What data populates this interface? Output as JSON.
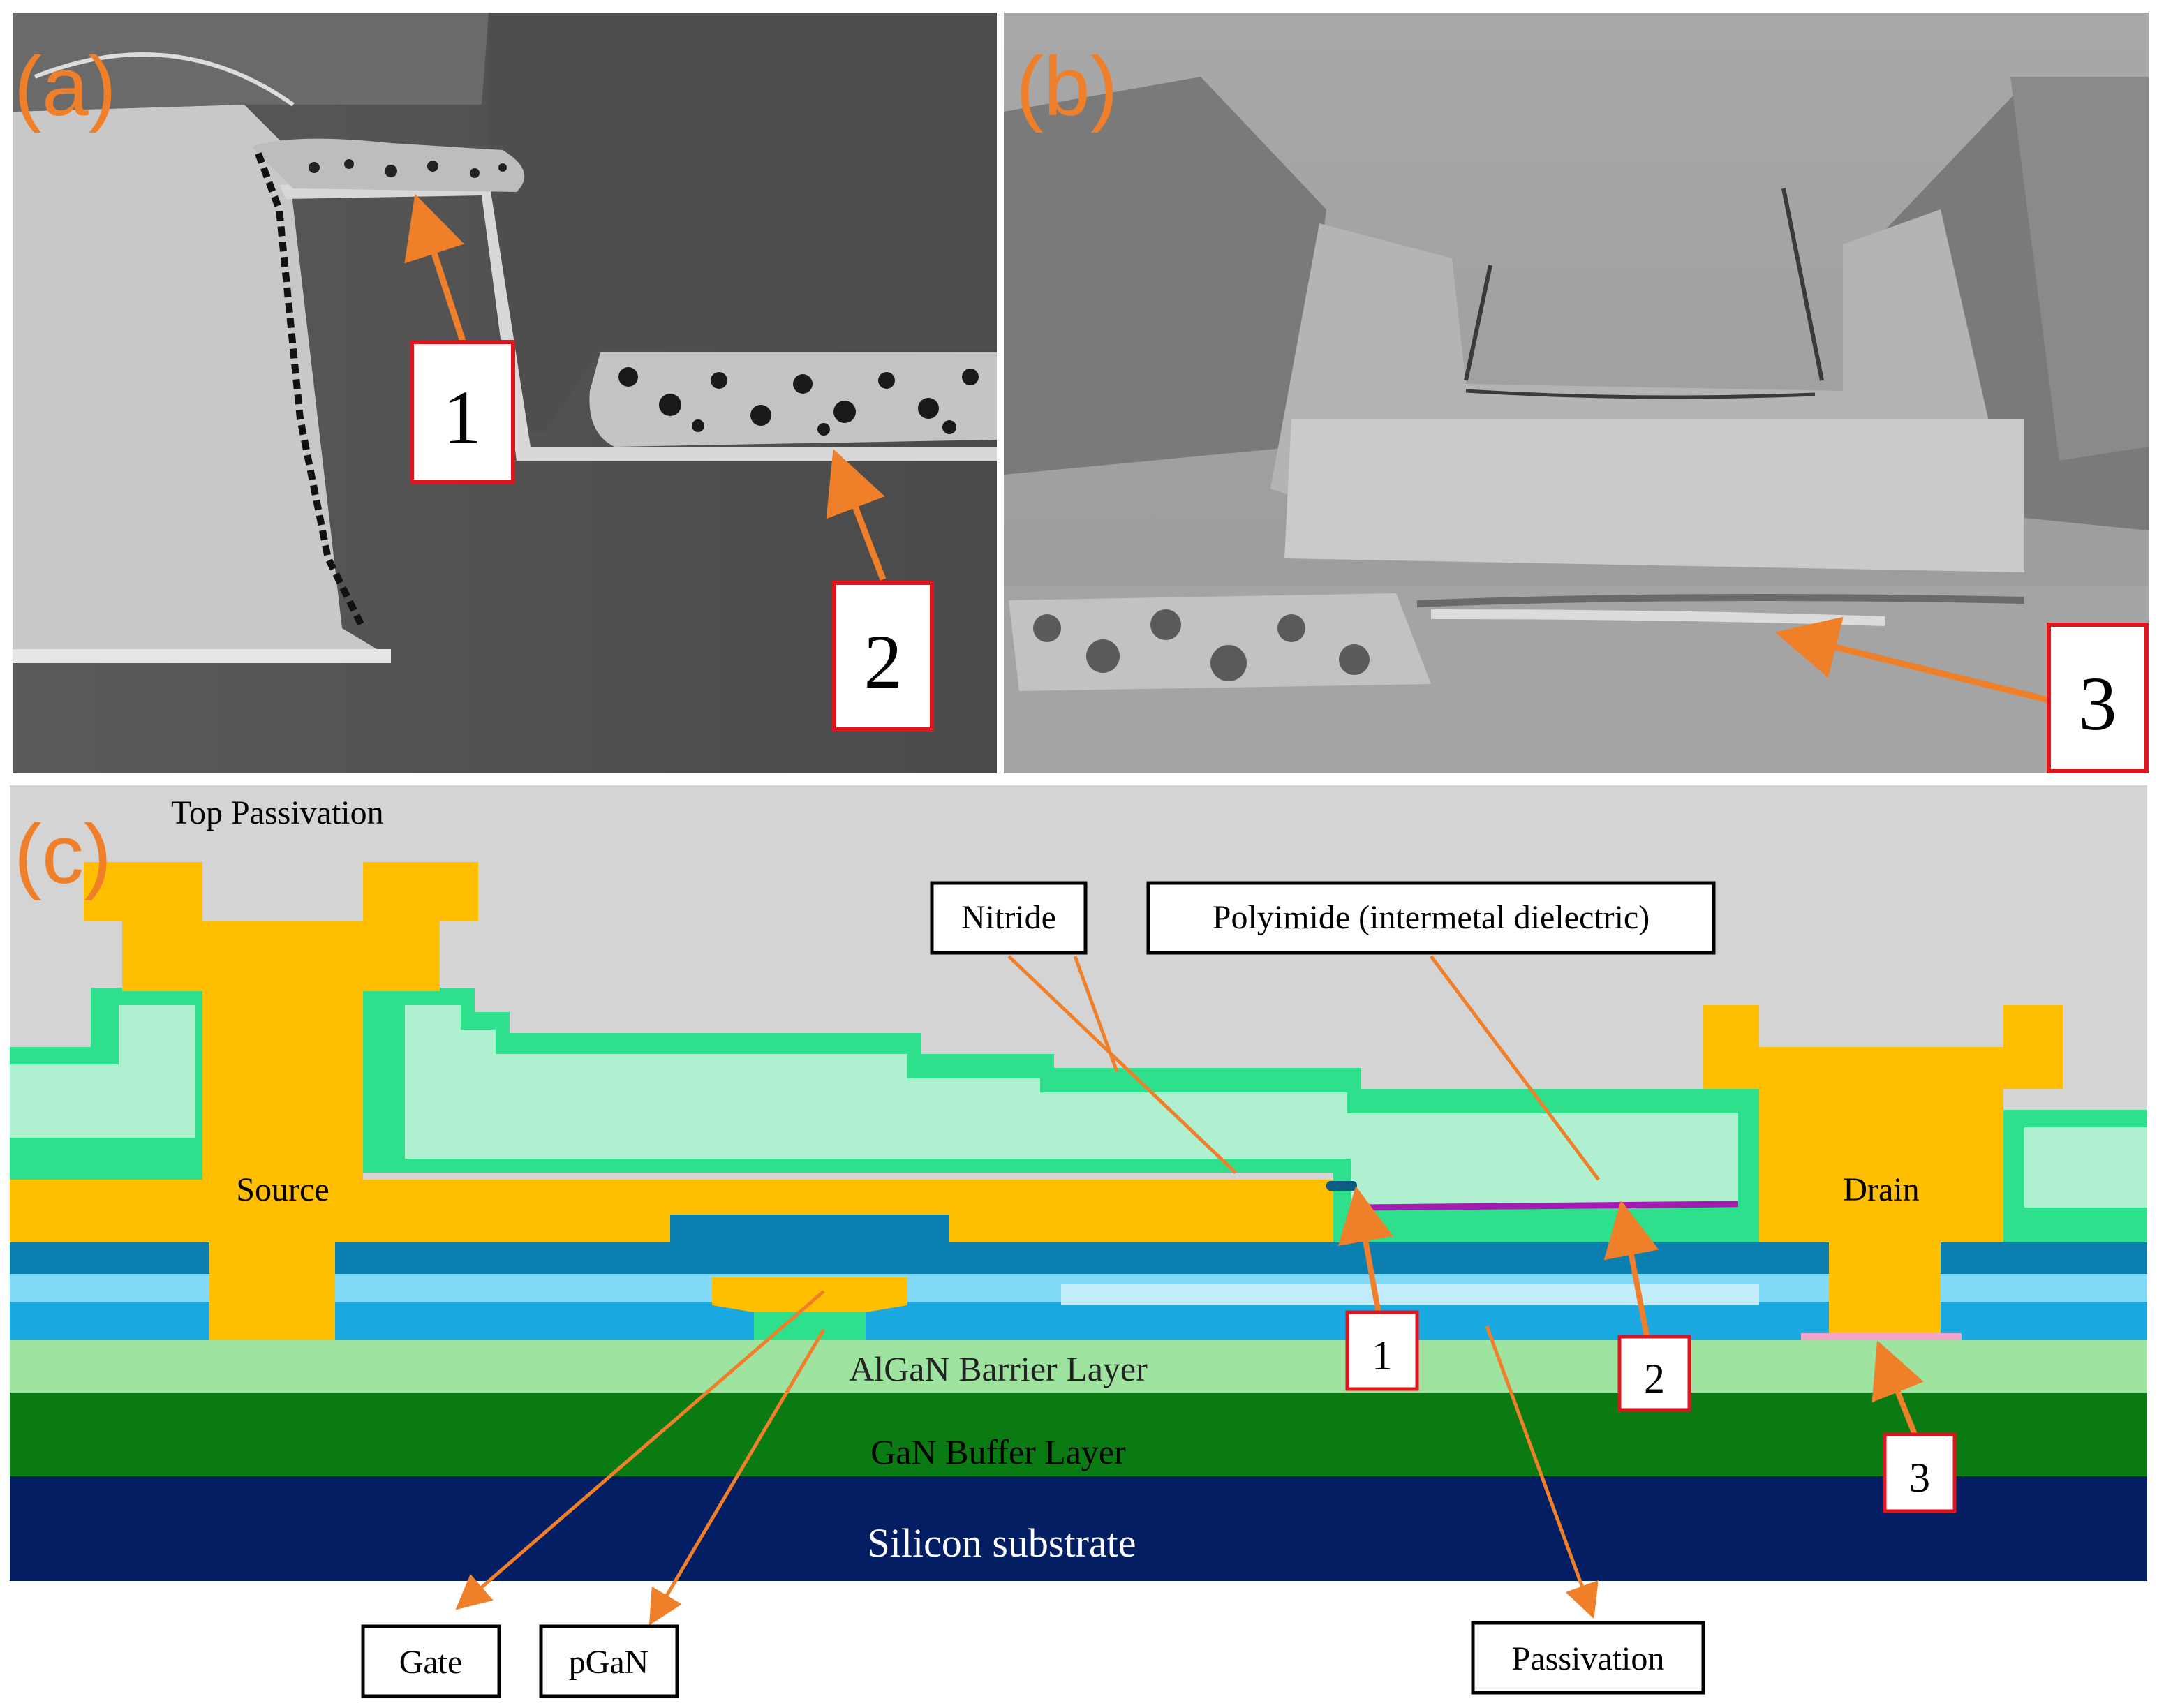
{
  "panels": {
    "a": {
      "label": "(a)"
    },
    "b": {
      "label": "(b)"
    },
    "c": {
      "label": "(c)"
    }
  },
  "sem_callouts": {
    "a1": "1",
    "a2": "2",
    "b3": "3"
  },
  "diagram": {
    "top_passivation": "Top Passivation",
    "nitride": "Nitride",
    "polyimide": "Polyimide (intermetal dielectric)",
    "source": "Source",
    "drain": "Drain",
    "algan": "AlGaN Barrier Layer",
    "gan": "GaN Buffer Layer",
    "silicon": "Silicon substrate",
    "gate": "Gate",
    "pgan": "pGaN",
    "passivation": "Passivation",
    "callout_1": "1",
    "callout_2": "2",
    "callout_3": "3"
  },
  "colors": {
    "label_orange": "#f07f2a",
    "callout_red": "#e0141c",
    "metal": "#ffbf00",
    "nitride_green": "#2ee08c",
    "polyimide_fill": "#aef0cf",
    "passivation_dark": "#0a7fb0",
    "passivation_light": "#7fd9f7",
    "algan": "#9ee3a0",
    "gan": "#0a7a12",
    "silicon": "#041e63",
    "top_passivation": "#d4d4d4"
  }
}
